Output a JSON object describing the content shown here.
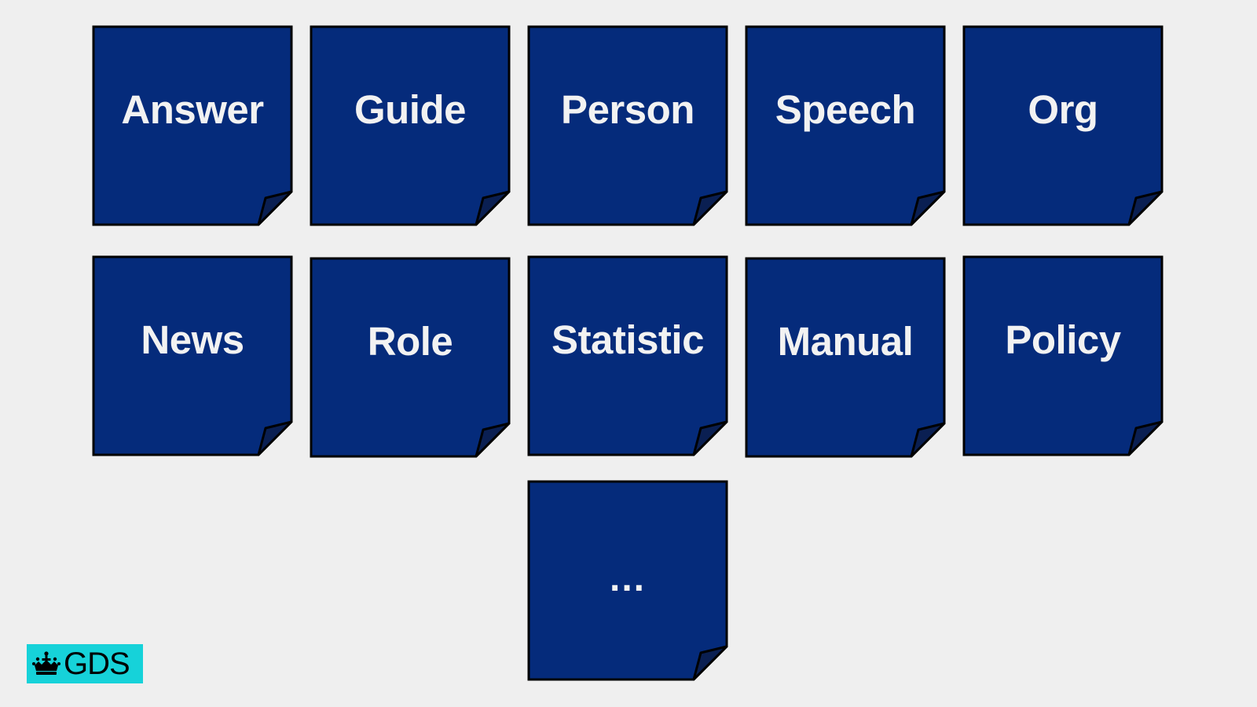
{
  "notes": [
    {
      "label": "Answer"
    },
    {
      "label": "Guide"
    },
    {
      "label": "Person"
    },
    {
      "label": "Speech"
    },
    {
      "label": "Org"
    },
    {
      "label": "News"
    },
    {
      "label": "Role"
    },
    {
      "label": "Statistic"
    },
    {
      "label": "Manual"
    },
    {
      "label": "Policy"
    },
    {
      "label": "..."
    }
  ],
  "colors": {
    "background": "#efefef",
    "note_fill": "#052b7b",
    "note_fold": "#0a1f52",
    "note_text": "#f2f2f2",
    "logo_bg": "#16d2d9"
  },
  "logo": {
    "text": "GDS",
    "icon": "crown-icon"
  }
}
